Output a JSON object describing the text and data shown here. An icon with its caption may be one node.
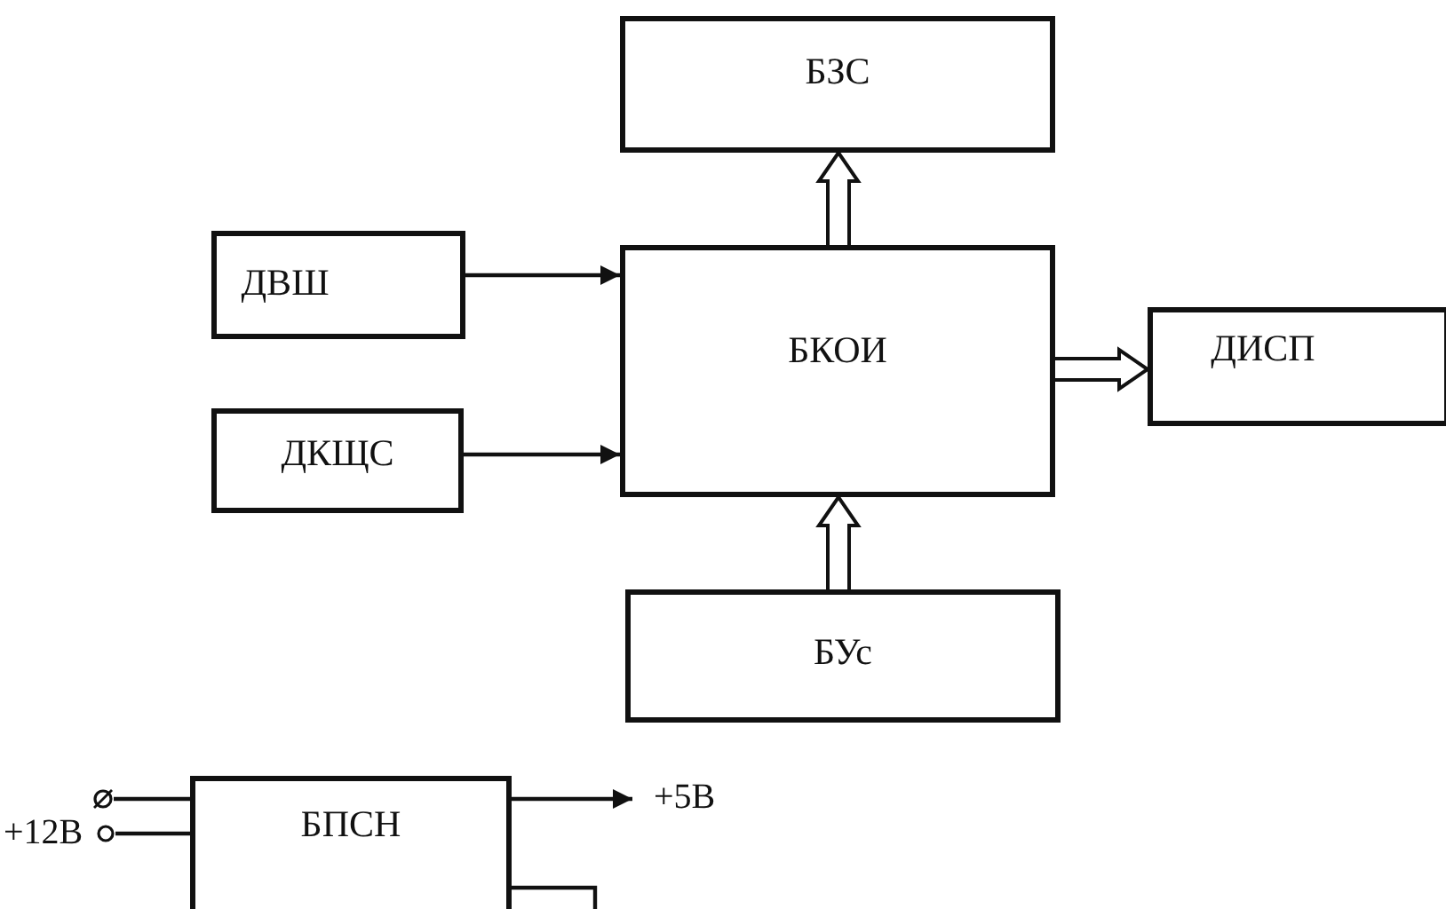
{
  "diagram": {
    "nodes": [
      {
        "text": [
          "БЗС"
        ]
      },
      {
        "text": [
          "ДВШ"
        ]
      },
      {
        "text": [
          "БКОИ"
        ]
      },
      {
        "text": [
          "ДИСП"
        ]
      },
      {
        "text": [
          "ДКЩС"
        ]
      },
      {
        "text": [
          "БУс"
        ]
      },
      {
        "text": [
          "БПСН"
        ]
      },
      {
        "text": [
          "+5В"
        ]
      },
      {
        "text": [],
        "shape": "terminal"
      },
      {
        "text": [],
        "shape": "circle"
      }
    ],
    "edges": [
      {
        "from": 2,
        "to": 0,
        "arrow": "to",
        "style": "thick"
      },
      {
        "from": 1,
        "to": 2,
        "arrow": "to"
      },
      {
        "from": 2,
        "to": 3,
        "arrow": "to",
        "style": "thick"
      },
      {
        "from": 4,
        "to": 2,
        "arrow": "to"
      },
      {
        "from": 5,
        "to": 2,
        "arrow": "to",
        "style": "thick"
      },
      {
        "from": 6,
        "to": 7,
        "arrow": "to"
      },
      {
        "from": 8,
        "to": 6,
        "arrow": "none"
      },
      {
        "from": 9,
        "to": 6,
        "arrow": "none"
      },
      {
        "from": 6,
        "to": null,
        "arrow": "none"
      }
    ],
    "labels": [
      "+12В"
    ]
  }
}
